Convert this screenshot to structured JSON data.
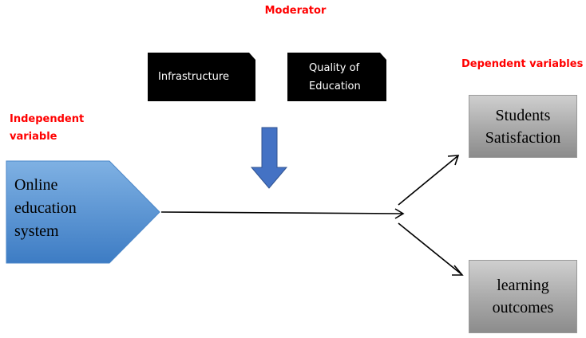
{
  "labels": {
    "moderator": "Moderator",
    "independent": "Independent variable",
    "dependent": "Dependent variables"
  },
  "moderators": {
    "infrastructure": "Infrastructure",
    "quality_line1": "Quality of",
    "quality_line2": "Education"
  },
  "source": {
    "line1": "Online",
    "line2": "education",
    "line3": "system"
  },
  "outcomes": {
    "satisfaction_line1": "Students",
    "satisfaction_line2": "Satisfaction",
    "learning_line1": "learning",
    "learning_line2": "outcomes"
  },
  "colors": {
    "label_red": "#ff0000",
    "moderator_box": "#000000",
    "source_shape": "#5b9bd5",
    "down_arrow": "#4472c4",
    "outcome_box": "#a6a6a6"
  }
}
